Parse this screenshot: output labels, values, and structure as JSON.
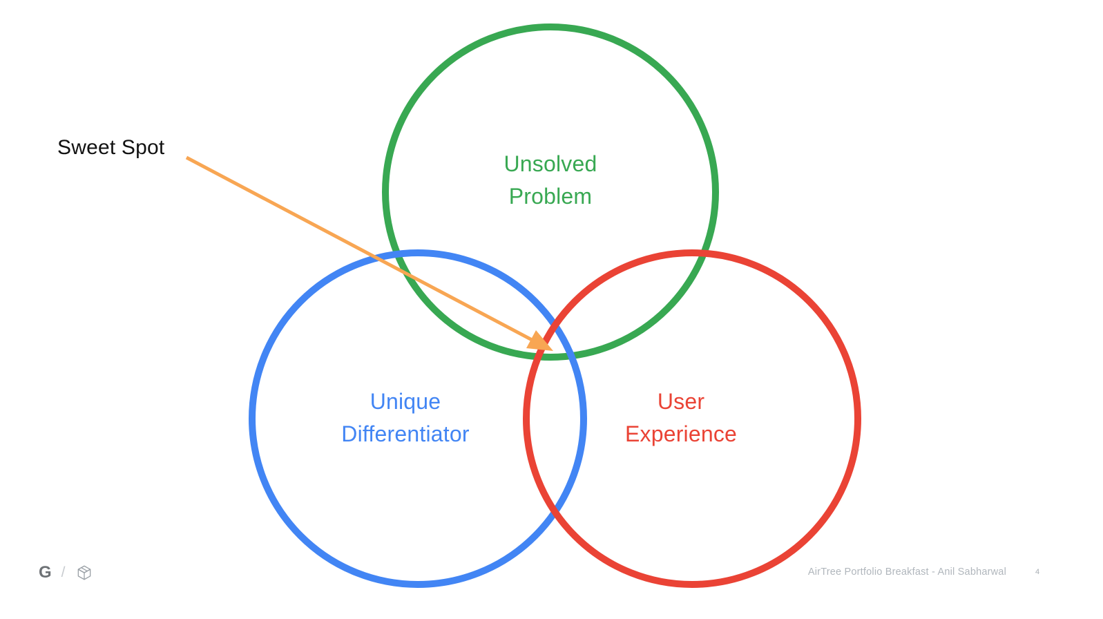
{
  "slide": {
    "annotation": {
      "label": "Sweet Spot",
      "label_color": "#111111",
      "arrow_color": "#F8A653"
    },
    "venn": {
      "circles": [
        {
          "name": "unsolved-problem",
          "line1": "Unsolved",
          "line2": "Problem",
          "color": "#38A852"
        },
        {
          "name": "unique-differentiator",
          "line1": "Unique",
          "line2": "Differentiator",
          "color": "#4285F4"
        },
        {
          "name": "user-experience",
          "line1": "User",
          "line2": "Experience",
          "color": "#EA4335"
        }
      ]
    }
  },
  "footer": {
    "logo_letter": "G",
    "separator": "/",
    "icons": {
      "logo": "google-g-logo",
      "divider": "slash-separator",
      "box": "cube-icon"
    },
    "icon_color": "#9AA0A6",
    "text": "AirTree Portfolio Breakfast - Anil Sabharwal",
    "text_color": "#B0B6BC",
    "page_number": "4",
    "page_number_color": "#A8AEB4"
  }
}
